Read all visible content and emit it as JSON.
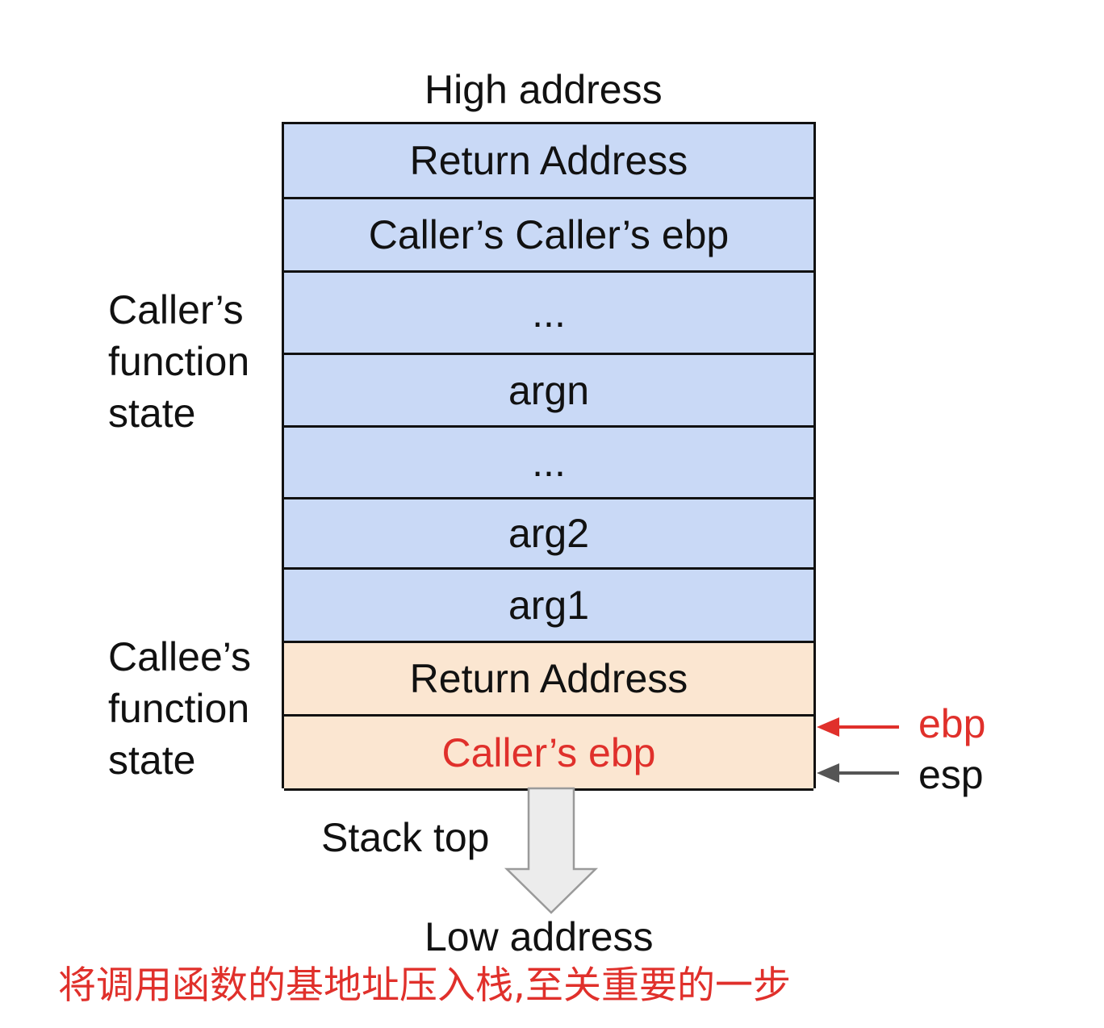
{
  "diagram": {
    "top_label": "High address",
    "bottom_label": "Low address",
    "stack_top_label": "Stack top",
    "caller_state_label": "Caller’s\nfunction\nstate",
    "callee_state_label": "Callee’s\nfunction\nstate",
    "cells": [
      {
        "text": "Return Address",
        "group": "caller",
        "fill": "#c9d9f6",
        "text_color": "#111111"
      },
      {
        "text": "Caller’s Caller’s ebp",
        "group": "caller",
        "fill": "#c9d9f6",
        "text_color": "#111111"
      },
      {
        "text": "...",
        "group": "caller",
        "fill": "#c9d9f6",
        "text_color": "#111111"
      },
      {
        "text": "argn",
        "group": "caller",
        "fill": "#c9d9f6",
        "text_color": "#111111"
      },
      {
        "text": "...",
        "group": "caller",
        "fill": "#c9d9f6",
        "text_color": "#111111"
      },
      {
        "text": "arg2",
        "group": "caller",
        "fill": "#c9d9f6",
        "text_color": "#111111"
      },
      {
        "text": "arg1",
        "group": "caller",
        "fill": "#c9d9f6",
        "text_color": "#111111"
      },
      {
        "text": "Return Address",
        "group": "callee",
        "fill": "#fbe6d1",
        "text_color": "#111111"
      },
      {
        "text": "Caller’s ebp",
        "group": "callee",
        "fill": "#fbe6d1",
        "text_color": "#e0302b"
      }
    ],
    "pointers": [
      {
        "label": "ebp",
        "color": "#e0302b"
      },
      {
        "label": "esp",
        "color": "#555555"
      }
    ]
  },
  "caption": "将调用函数的基地址压入栈,至关重要的一步"
}
